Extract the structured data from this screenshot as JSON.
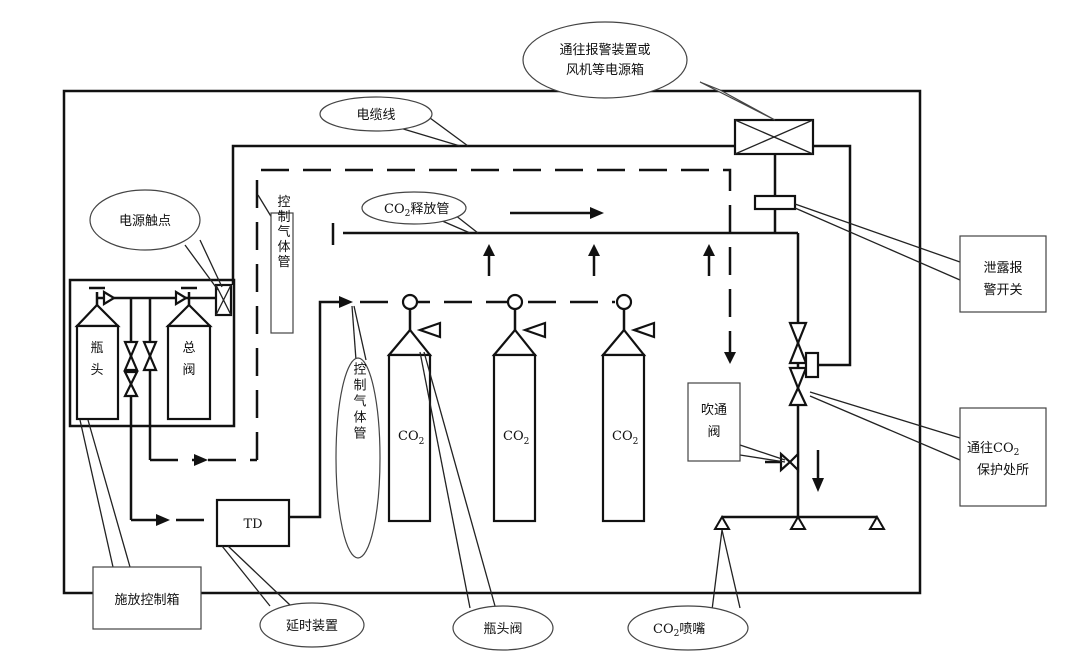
{
  "labels": {
    "alarm_line1": "通往报警装置或",
    "alarm_line2": "风机等电源箱",
    "cable": "电缆线",
    "power_contact": "电源触点",
    "control_gas_pipe_v1": "控制气体管",
    "release_pipe_co": "CO",
    "release_pipe_sub": "2",
    "release_pipe_rest": "释放管",
    "leak_line1": "泄露报",
    "leak_line2": "警开关",
    "bottle_head_a": "瓶",
    "bottle_head_b": "头",
    "main_valve_a": "总",
    "main_valve_b": "阀",
    "control_gas_pipe_v2": "控制气体管",
    "co2_main": "CO",
    "co2_sub": "2",
    "purge_line1": "吹通",
    "purge_line2": "阀",
    "protect_line1_main": "通往CO",
    "protect_line1_sub": "2",
    "protect_line2": "保护处所",
    "td": "TD",
    "release_box": "施放控制箱",
    "delay": "延时装置",
    "bottle_valve": "瓶头阀",
    "nozzle_main": "CO",
    "nozzle_sub": "2",
    "nozzle_rest": "喷嘴"
  }
}
